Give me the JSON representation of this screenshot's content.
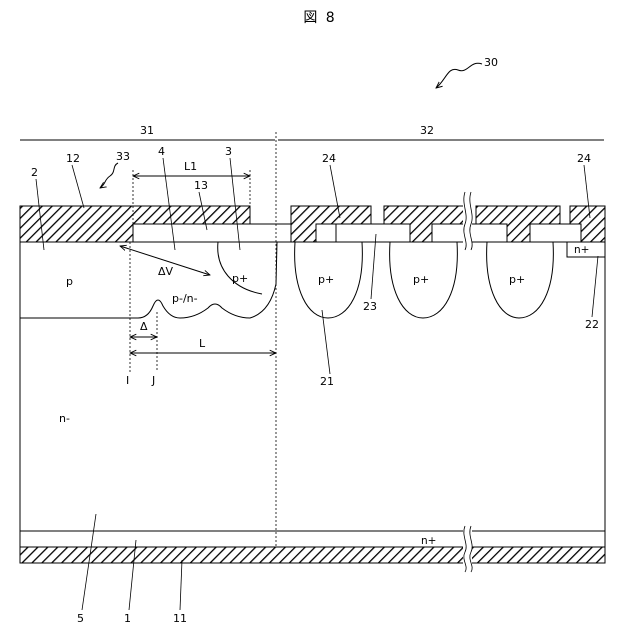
{
  "figure": {
    "title": "図 8"
  },
  "refs": {
    "r30": "30",
    "r31": "31",
    "r32": "32",
    "r33": "33",
    "r2": "2",
    "r12": "12",
    "r4": "4",
    "r3": "3",
    "r13": "13",
    "rL1": "L1",
    "r24a": "24",
    "r24b": "24",
    "r23": "23",
    "r21": "21",
    "r22": "22",
    "r5": "5",
    "r1": "1",
    "r11": "11"
  },
  "regions": {
    "p": "p",
    "pplus_main": "p+",
    "pminus_n": "p-/n-",
    "delta_v": "ΔV",
    "delta": "Δ",
    "L": "L",
    "I": "I",
    "J": "J",
    "nminus": "n-",
    "pplus_1": "p+",
    "pplus_2": "p+",
    "pplus_3": "p+",
    "nplus_top": "n+",
    "nplus_bottom": "n+"
  }
}
